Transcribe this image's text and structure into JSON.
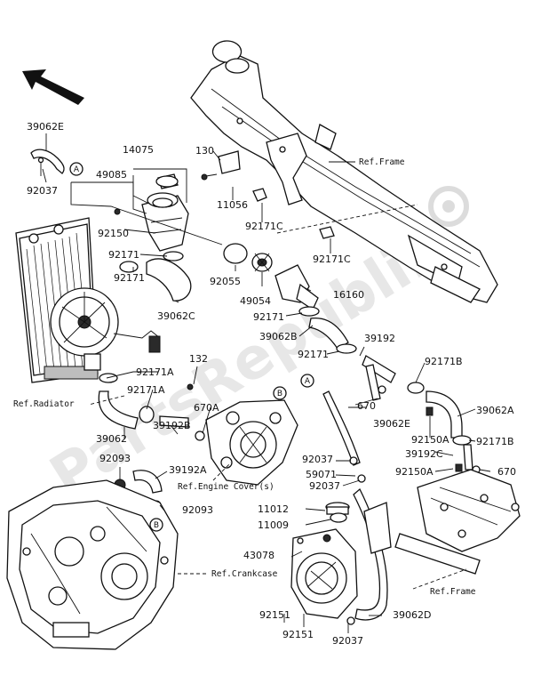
{
  "watermark": "PartsRepublik",
  "part_numbers": {
    "p39062E_top": "39062E",
    "p92037_top": "92037",
    "p14075": "14075",
    "p49085": "49085",
    "p130": "130",
    "p11056": "11056",
    "p92171C_a": "92171C",
    "p92171C_b": "92171C",
    "p92150": "92150",
    "p92171_a": "92171",
    "p92171_b": "92171",
    "p92055": "92055",
    "p39062C": "39062C",
    "p49054": "49054",
    "p16160": "16160",
    "p92171_c": "92171",
    "p39062B": "39062B",
    "p39192": "39192",
    "p92171_d": "92171",
    "p92171B_a": "92171B",
    "p92171A_a": "92171A",
    "p132": "132",
    "p92171A_b": "92171A",
    "p670A": "670A",
    "p39062": "39062",
    "p39192B": "39192B",
    "p670_a": "670",
    "p39062E_mid": "39062E",
    "p39062A": "39062A",
    "p92150A_a": "92150A",
    "p92171B_b": "92171B",
    "p92093_a": "92093",
    "p39192A": "39192A",
    "p92037_mid": "92037",
    "p59071": "59071",
    "p92037_mid2": "92037",
    "p39192C": "39192C",
    "p92150A_b": "92150A",
    "p670_b": "670",
    "p92093_b": "92093",
    "p11012": "11012",
    "p11009": "11009",
    "p43078": "43078",
    "p92151_a": "92151",
    "p92151_b": "92151",
    "p39062D": "39062D",
    "p92037_bot": "92037"
  },
  "references": {
    "frame_top": "Ref.Frame",
    "radiator": "Ref.Radiator",
    "engine_cover": "Ref.Engine Cover(s)",
    "crankcase": "Ref.Crankcase",
    "frame_bottom": "Ref.Frame"
  },
  "markers": {
    "a1": "A",
    "a2": "A",
    "b1": "B",
    "b2": "B"
  }
}
